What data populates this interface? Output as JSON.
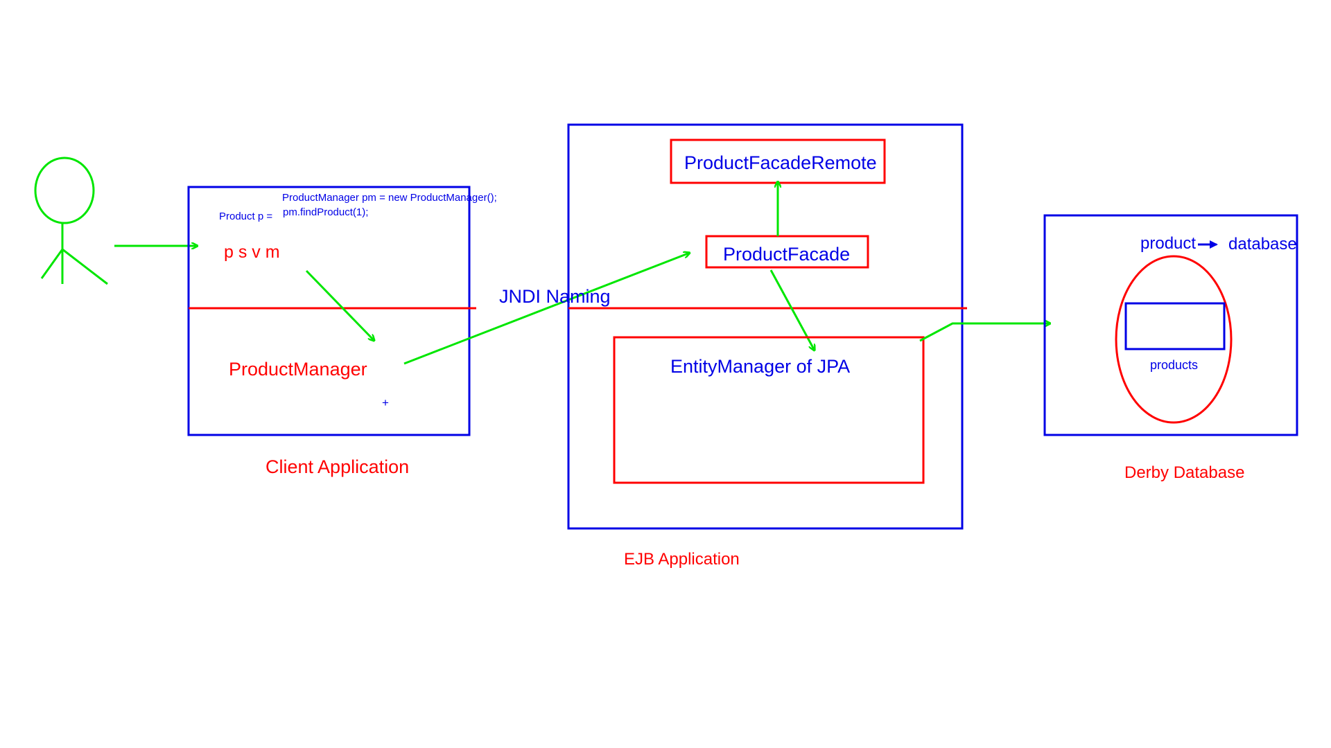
{
  "colors": {
    "blue": "#0000e6",
    "red": "#ff0000",
    "green": "#00e600",
    "background": "#ffffff"
  },
  "client": {
    "code_line1": "ProductManager pm = new ProductManager();",
    "code_line2a": "Product p =",
    "code_line2b": "pm.findProduct(1);",
    "psvm": "p s v m",
    "product_manager": "ProductManager",
    "plus": "+",
    "caption": "Client Application"
  },
  "jndi": "JNDI Naming",
  "ejb": {
    "remote": "ProductFacadeRemote",
    "facade": "ProductFacade",
    "entity_manager": "EntityManager of JPA",
    "caption": "EJB Application"
  },
  "database": {
    "product": "product",
    "db": "database",
    "table": "products",
    "caption": "Derby Database"
  }
}
